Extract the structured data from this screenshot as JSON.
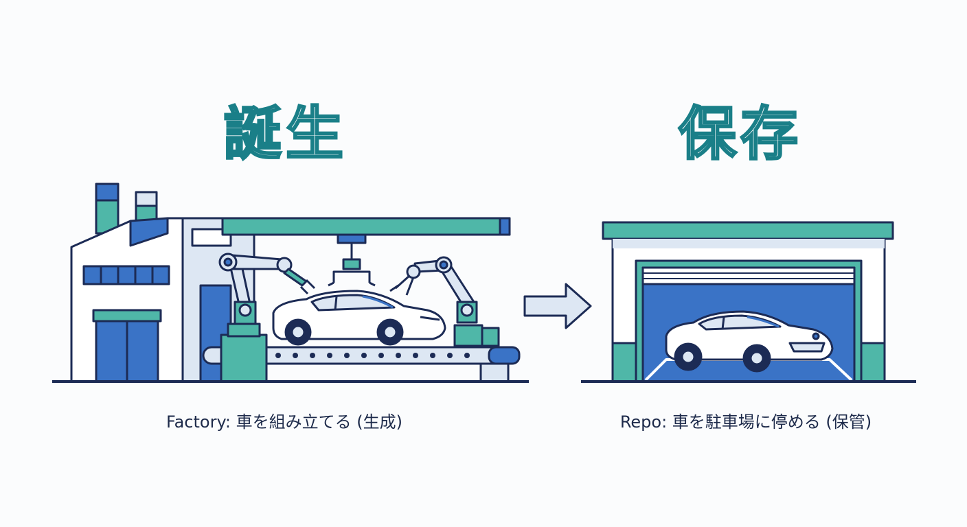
{
  "left": {
    "heading": "誕生",
    "caption": "Factory: 車を組み立てる (生成)"
  },
  "right": {
    "heading": "保存",
    "caption": "Repo: 車を駐車場に停める (保管)"
  },
  "colors": {
    "outline": "#1c2b55",
    "blue": "#3a73c6",
    "teal": "#4fb7a8",
    "light": "#dde7f3",
    "white": "#ffffff"
  }
}
